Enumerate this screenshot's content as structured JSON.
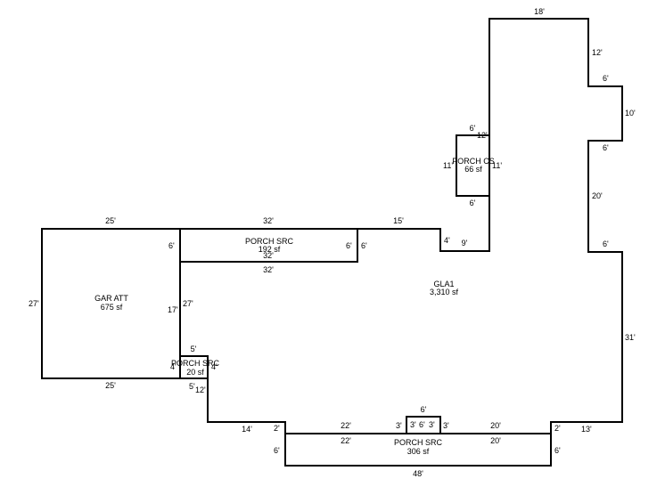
{
  "areas": {
    "gla": {
      "name": "GLA1",
      "size": "3,310 sf"
    },
    "garage": {
      "name": "GAR ATT",
      "size": "675 sf"
    },
    "porch_top": {
      "name": "PORCH SRC",
      "size": "192 sf"
    },
    "porch_small": {
      "name": "PORCH SRC",
      "size": "20 sf"
    },
    "porch_cs": {
      "name": "PORCH CS",
      "size": "66 sf"
    },
    "porch_bottom": {
      "name": "PORCH SRC",
      "size": "306 sf"
    }
  },
  "dimensions": {
    "d_18": "18'",
    "d_12_right": "12'",
    "d_6_a": "6'",
    "d_10": "10'",
    "d_6_b": "6'",
    "d_20_right": "20'",
    "d_6_c": "6'",
    "d_31": "31'",
    "d_13": "13'",
    "d_2_right": "2'",
    "d_20_bot_a": "20'",
    "d_20_bot_b": "20'",
    "d_6_porch_r": "6'",
    "d_48": "48'",
    "d_6_porch_l": "6'",
    "d_22_a": "22'",
    "d_22_b": "22'",
    "d_2_left": "2'",
    "d_3_a": "3'",
    "d_3_b": "3'",
    "d_3_c": "3'",
    "d_6_step_top": "6'",
    "d_6_step_mid": "6'",
    "d_3_d": "3'",
    "d_14": "14'",
    "d_12_left": "12'",
    "d_5_bot": "5'",
    "d_5_top": "5'",
    "d_4_a": "4'",
    "d_4_b": "4'",
    "d_17": "17'",
    "d_27_inner": "27'",
    "d_27_outer": "27'",
    "d_25_top": "25'",
    "d_25_bot": "25'",
    "d_6_gar": "6'",
    "d_32_top": "32'",
    "d_32_mid": "32'",
    "d_32_bot": "32'",
    "d_6_porch_top_r": "6'",
    "d_6_porch_top_r2": "6'",
    "d_15": "15'",
    "d_4_c": "4'",
    "d_9": "9'",
    "d_6_cs_top": "6'",
    "d_12_cs": "12'",
    "d_11_a": "11'",
    "d_11_b": "11'",
    "d_6_cs_bot": "6'"
  }
}
